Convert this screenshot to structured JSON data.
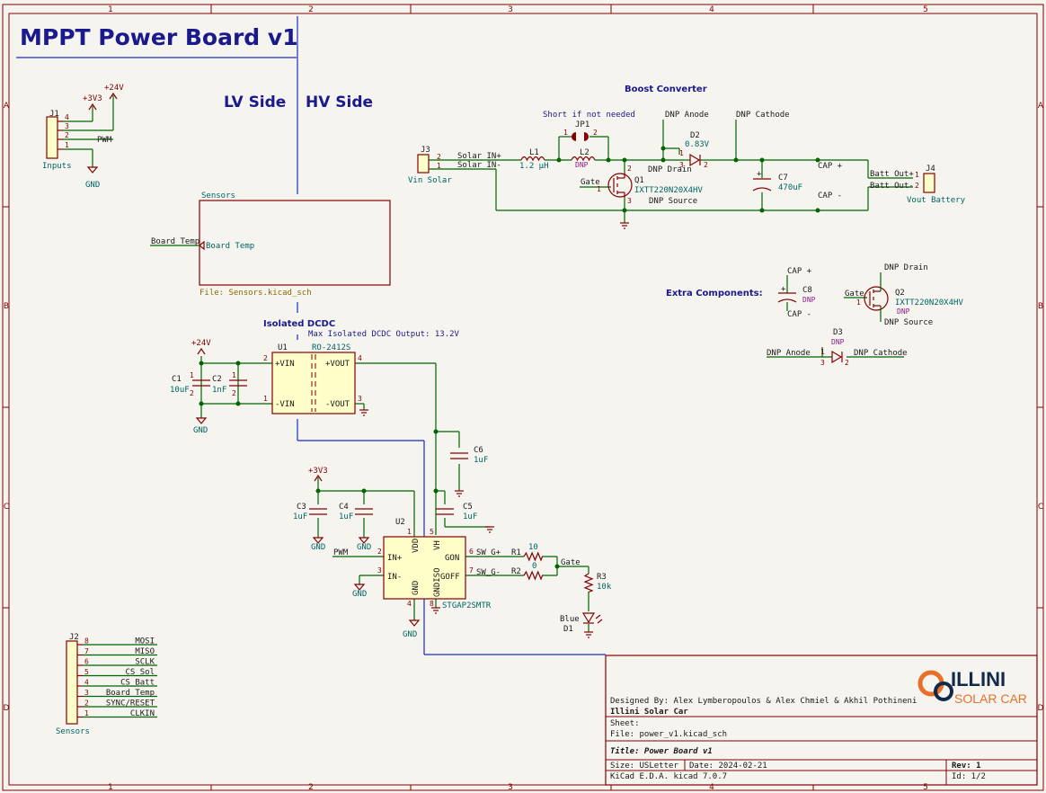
{
  "title_big": "MPPT Power Board v1",
  "zones": {
    "cols": [
      "1",
      "2",
      "3",
      "4",
      "5"
    ],
    "rows": [
      "A",
      "B",
      "C",
      "D"
    ]
  },
  "sections": {
    "lv_side": "LV Side",
    "hv_side": "HV Side",
    "boost": "Boost Converter",
    "isolated": "Isolated DCDC",
    "max_out": "Max Isolated DCDC Output: 13.2V",
    "extra": "Extra Components:"
  },
  "power": {
    "p24v": "+24V",
    "p3v3": "+3V3",
    "gnd": "GND"
  },
  "j1": {
    "ref": "J1",
    "value": "Inputs",
    "pins": [
      "4",
      "3",
      "2",
      "1"
    ],
    "pwm": "PWM"
  },
  "sensors_sheet": {
    "name": "Sensors",
    "pin": "Board Temp",
    "label": "Board Temp",
    "file": "File: Sensors.kicad_sch"
  },
  "boost": {
    "j3_ref": "J3",
    "j3_value": "Vin Solar",
    "j3_pins": [
      "2",
      "1"
    ],
    "solar_pos": "Solar IN+",
    "solar_neg": "Solar IN-",
    "l1_ref": "L1",
    "l1_val": "1.2 µH",
    "jp1_note": "Short if not needed",
    "jp1_ref": "JP1",
    "jp1_pins": [
      "1",
      "2"
    ],
    "l2_ref": "L2",
    "l2_val": "DNP",
    "q1_ref": "Q1",
    "q1_val": "IXTT220N20X4HV",
    "gate": "Gate",
    "q1_pins": [
      "1",
      "2",
      "3"
    ],
    "dnp_drain": "DNP Drain",
    "dnp_source": "DNP Source",
    "dnp_anode": "DNP Anode",
    "dnp_cathode": "DNP Cathode",
    "d2_ref": "D2",
    "d2_val": "0.83V",
    "d2_pins": [
      "1",
      "3",
      "2"
    ],
    "c7_ref": "C7",
    "c7_val": "470uF",
    "cap_pos": "CAP +",
    "cap_neg": "CAP -",
    "batt_pos": "Batt Out+",
    "batt_neg": "Batt Out-",
    "j4_ref": "J4",
    "j4_value": "Vout Battery",
    "j4_pins": [
      "1",
      "2"
    ]
  },
  "extra": {
    "cap_pos": "CAP +",
    "cap_neg": "CAP -",
    "c8_ref": "C8",
    "c8_val": "DNP",
    "gate": "Gate",
    "q2_ref": "Q2",
    "q2_val": "IXTT220N20X4HV",
    "q2_dnp": "DNP",
    "dnp_drain": "DNP Drain",
    "dnp_source": "DNP Source",
    "q2_pin": "1",
    "d3_ref": "D3",
    "d3_val": "DNP",
    "dnp_anode": "DNP Anode",
    "dnp_cathode": "DNP Cathode",
    "d3_pins": [
      "1",
      "3",
      "2"
    ]
  },
  "dcdc": {
    "u1_ref": "U1",
    "u1_val": "RO-2412S",
    "vin_p": "+VIN",
    "vin_n": "-VIN",
    "vout_p": "+VOUT",
    "vout_n": "-VOUT",
    "pins": [
      "2",
      "1",
      "4",
      "3"
    ],
    "c1_ref": "C1",
    "c1_val": "10uF",
    "c2_ref": "C2",
    "c2_val": "1nF",
    "c6_ref": "C6",
    "c6_val": "1uF",
    "c5_ref": "C5",
    "c5_val": "1uF",
    "cap_pins": [
      "1",
      "2"
    ]
  },
  "driver": {
    "c3_ref": "C3",
    "c3_val": "1uF",
    "c4_ref": "C4",
    "c4_val": "1uF",
    "u2_ref": "U2",
    "u2_val": "STGAP2SMTR",
    "pins": {
      "vdd": "VDD",
      "vh": "VH",
      "inp": "IN+",
      "inn": "IN-",
      "gon": "GON",
      "goff": "GOFF",
      "gnd": "GND",
      "gndiso": "GNDISO"
    },
    "pin_nums": {
      "inp": "2",
      "inn": "3",
      "vdd": "1",
      "vh": "5",
      "gon": "6",
      "goff": "7",
      "gnd": "4",
      "gndiso": "8"
    },
    "pwm": "PWM",
    "swgp": "SW_G+",
    "swgn": "SW_G-",
    "r1_ref": "R1",
    "r1_val": "10",
    "r2_ref": "R2",
    "r2_val": "0",
    "gate": "Gate",
    "r3_ref": "R3",
    "r3_val": "10k",
    "d1_color": "Blue",
    "d1_ref": "D1"
  },
  "j2": {
    "ref": "J2",
    "value": "Sensors",
    "pins": [
      "8",
      "7",
      "6",
      "5",
      "4",
      "3",
      "2",
      "1"
    ],
    "signals": [
      "MOSI",
      "MISO",
      "SCLK",
      "CS_Sol",
      "CS_Batt",
      "Board Temp",
      "SYNC/RESET",
      "CLKIN"
    ]
  },
  "title_block": {
    "designed": "Designed By: Alex Lymberopoulos & Alex Chmiel & Akhil Pothineni",
    "company": "Illini Solar Car",
    "sheet": "Sheet:",
    "file": "File: power_v1.kicad_sch",
    "title": "Title: Power Board v1",
    "size": "Size: USLetter",
    "date": "Date: 2024-02-21",
    "tool": "KiCad E.D.A.  kicad 7.0.7",
    "rev": "Rev: 1",
    "id": "Id: 1/2",
    "logo_word": "ILLINI",
    "logo_sub": "SOLAR CAR"
  }
}
